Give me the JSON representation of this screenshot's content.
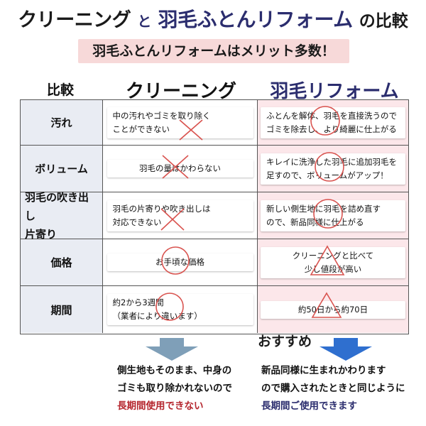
{
  "title": {
    "part1": "クリーニング",
    "part2": "と",
    "part3": "羽毛ふとんリフォーム",
    "part4": "の比較"
  },
  "subtitle": "羽毛ふとんリフォームはメリット多数！",
  "headers": {
    "compare": "比較",
    "cleaning": "クリーニング",
    "reform": "羽毛リフォーム"
  },
  "rows": [
    {
      "label": "汚れ",
      "cleaning": [
        "中の汚れやゴミを取り除く",
        "ことができない"
      ],
      "cleaning_mark": "x",
      "reform": [
        "ふとんを解体、羽毛を直接洗うので",
        "ゴミを除去し、より綺麗に仕上がる"
      ],
      "reform_mark": "circle"
    },
    {
      "label": "ボリューム",
      "cleaning": [
        "羽毛の量はかわらない"
      ],
      "cleaning_mark": "x",
      "reform": [
        "キレイに洗浄した羽毛に追加羽毛を",
        "足すので、ボリュームがアップ！"
      ],
      "reform_mark": "circle"
    },
    {
      "label_lines": [
        "羽毛の吹き出し",
        "片寄り"
      ],
      "cleaning": [
        "羽毛の片寄りや吹き出しは",
        "対応できない"
      ],
      "cleaning_mark": "x",
      "reform": [
        "新しい側生地に羽毛を詰め直す",
        "ので、新品同様に仕上がる"
      ],
      "reform_mark": "circle"
    },
    {
      "label": "価格",
      "cleaning": [
        "お手頃な価格"
      ],
      "cleaning_mark": "circle",
      "reform": [
        "クリーニングと比べて",
        "少し値段が高い"
      ],
      "reform_mark": "triangle"
    },
    {
      "label": "期間",
      "cleaning": [
        "約2から3週間",
        "（業者により違います）"
      ],
      "cleaning_mark": "circle",
      "reform": [
        "約50日から約70日"
      ],
      "reform_mark": "triangle"
    }
  ],
  "recommend_label": "おすすめ",
  "bottom": {
    "cleaning": {
      "line1": "側生地もそのまま、中身の",
      "line2": "ゴミも取り除かれないので",
      "line3": "長期間使用できない"
    },
    "reform": {
      "line1": "新品同様に生まれかわります",
      "line2": "ので購入されたときと同じように",
      "line3": "長期間ご使用できます"
    }
  },
  "colors": {
    "navy": "#2b2d6e",
    "red": "#b5272f",
    "pink_bg": "#fce7ea",
    "gray_bg": "#e9ecf3",
    "subtitle_bg": "#f7d9d9",
    "mark_red": "#d9534f",
    "arrow_gray": "#7f9fb8",
    "arrow_blue": "#2f6fcf"
  },
  "icons": {
    "x": "cross-mark-icon",
    "circle": "circle-mark-icon",
    "triangle": "triangle-mark-icon",
    "arrow": "down-arrow-icon"
  }
}
